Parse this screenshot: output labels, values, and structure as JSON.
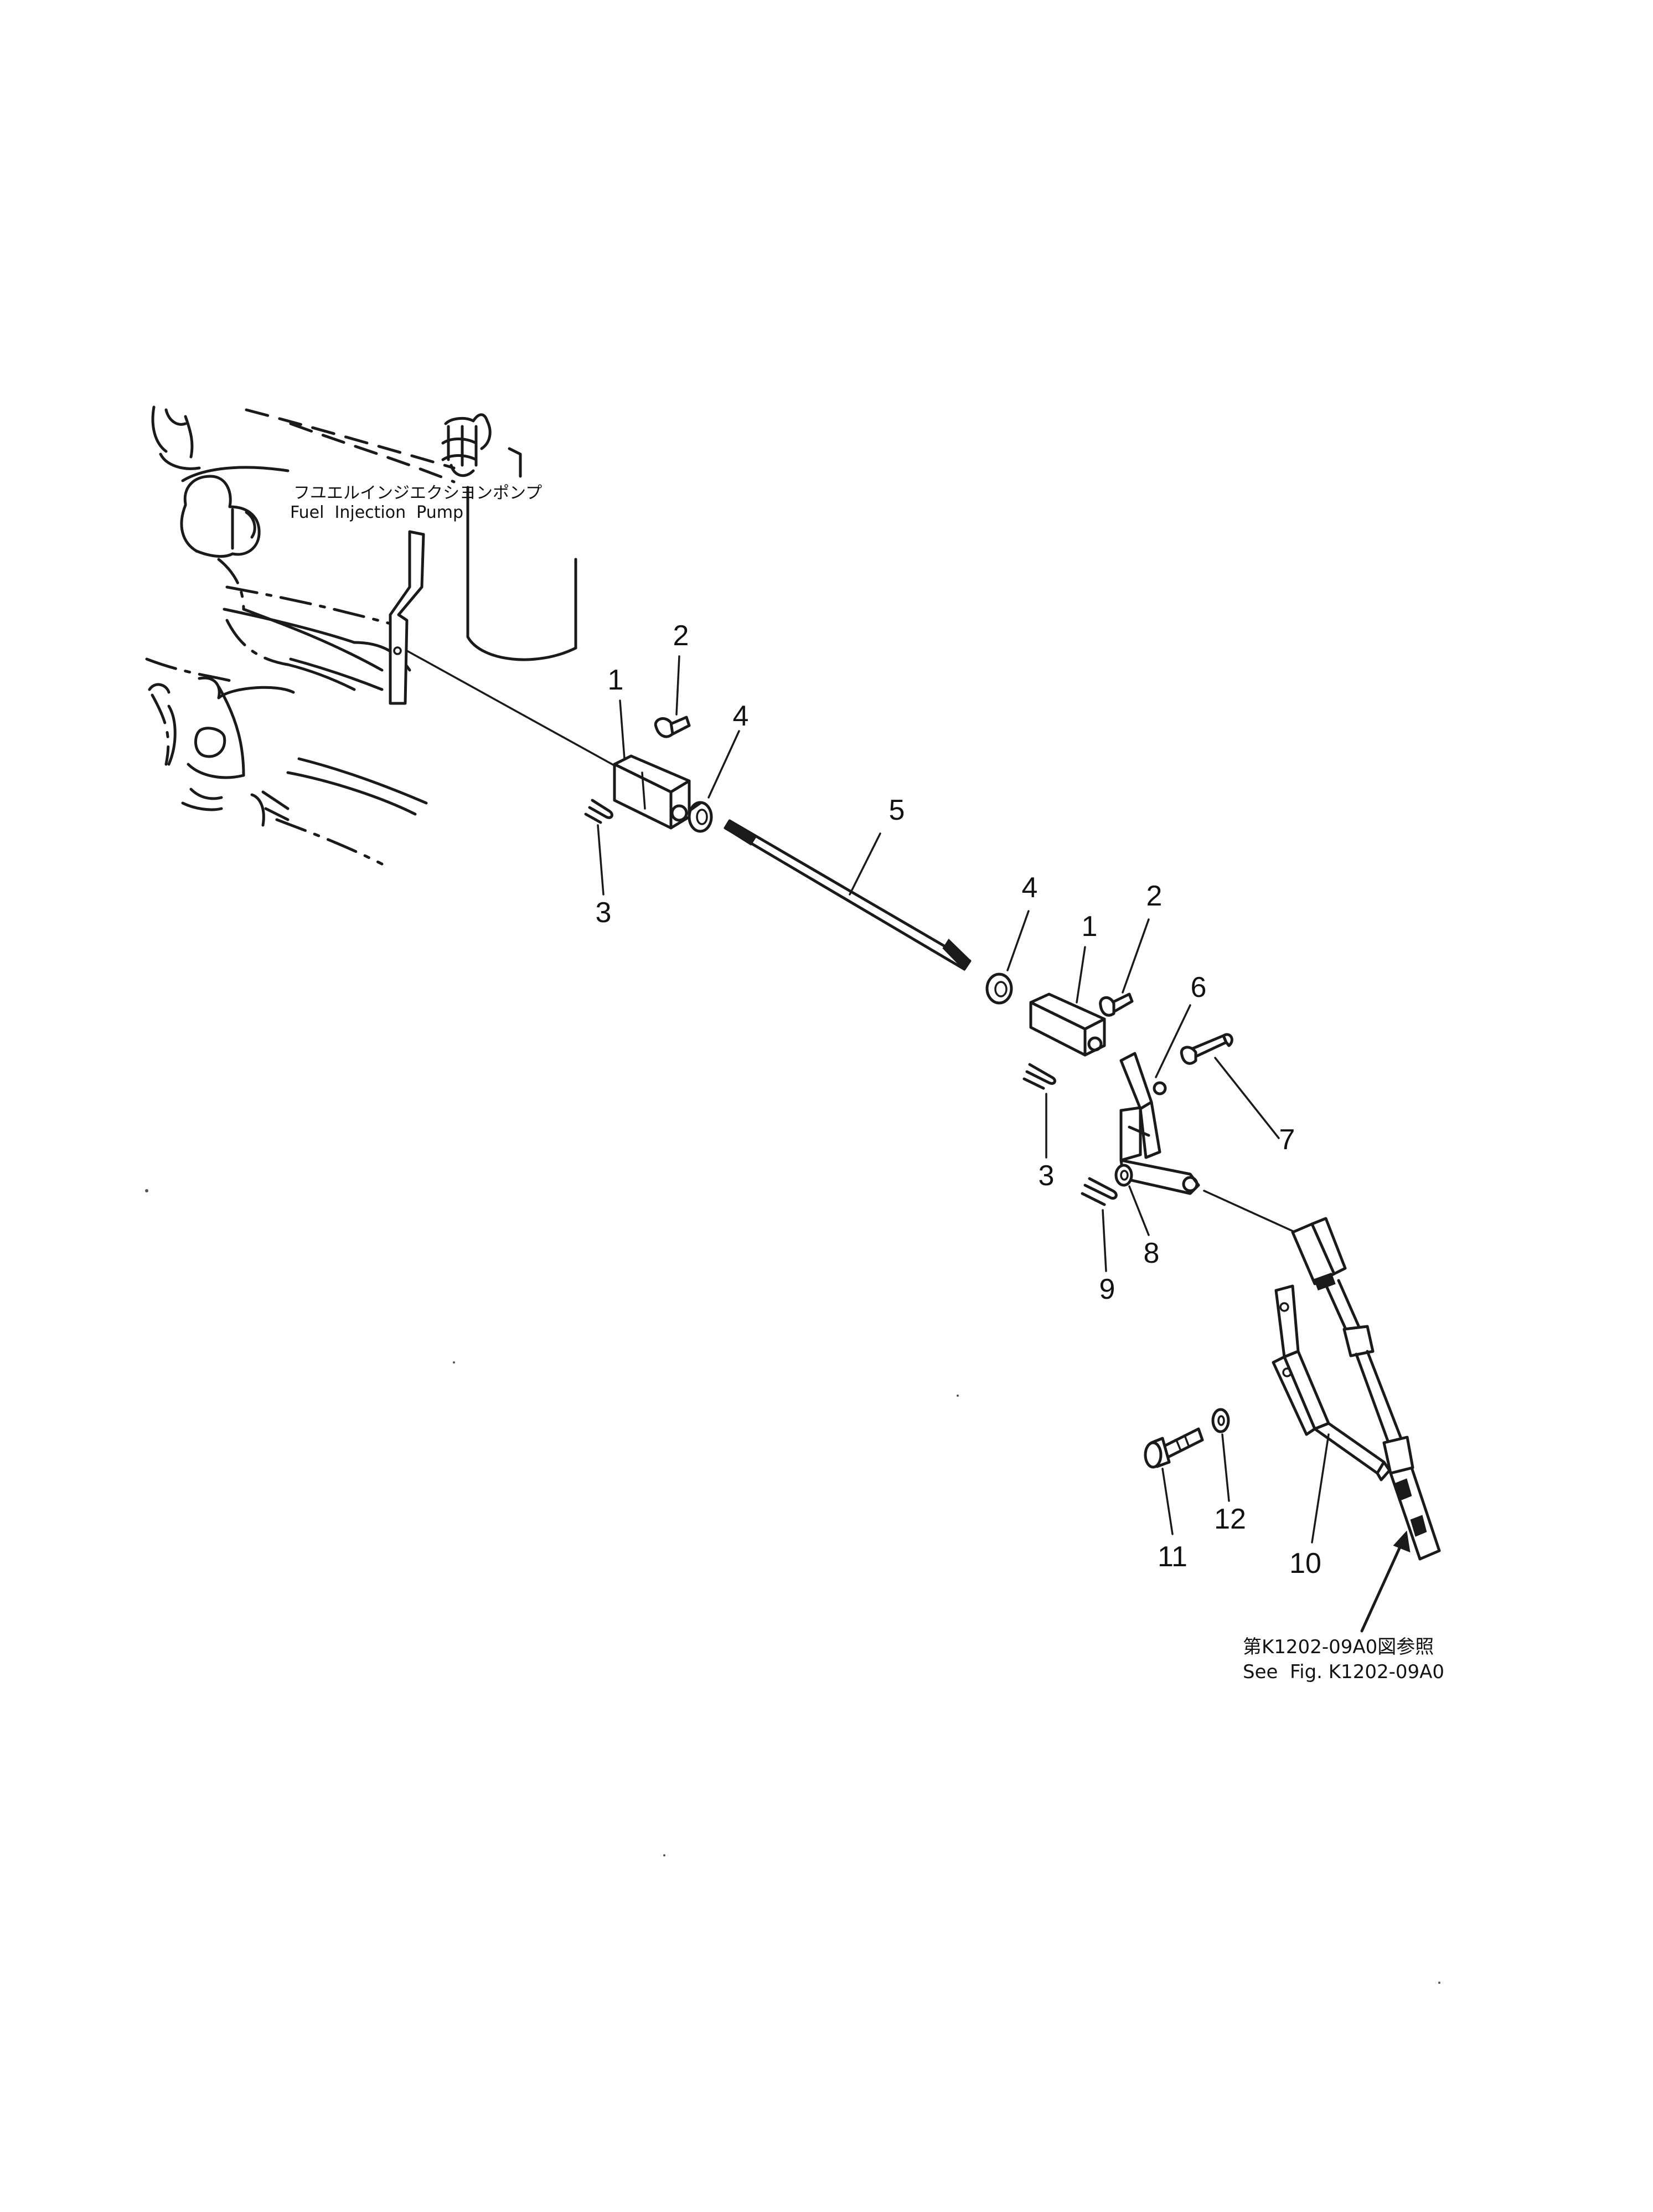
{
  "callouts": {
    "pump_ja": "フユエルインジエクシヨンポンプ",
    "pump_en": "Fuel  Injection  Pump",
    "ref_ja": "第K1202-09A0図参照",
    "ref_en": "See  Fig. K1202-09A0"
  },
  "parts": [
    {
      "number": "1",
      "item": "clevis-upper"
    },
    {
      "number": "2",
      "item": "pin-upper"
    },
    {
      "number": "3",
      "item": "cotter-pin-upper"
    },
    {
      "number": "4",
      "item": "nut-upper"
    },
    {
      "number": "5",
      "item": "rod"
    },
    {
      "number": "4",
      "item": "nut-lower"
    },
    {
      "number": "1",
      "item": "clevis-lower"
    },
    {
      "number": "2",
      "item": "pin-lower"
    },
    {
      "number": "6",
      "item": "lever"
    },
    {
      "number": "7",
      "item": "pin-lever"
    },
    {
      "number": "3",
      "item": "cotter-pin-lower"
    },
    {
      "number": "8",
      "item": "washer"
    },
    {
      "number": "9",
      "item": "cotter-pin-lever"
    },
    {
      "number": "10",
      "item": "bracket"
    },
    {
      "number": "11",
      "item": "bolt"
    },
    {
      "number": "12",
      "item": "washer-bracket"
    }
  ]
}
